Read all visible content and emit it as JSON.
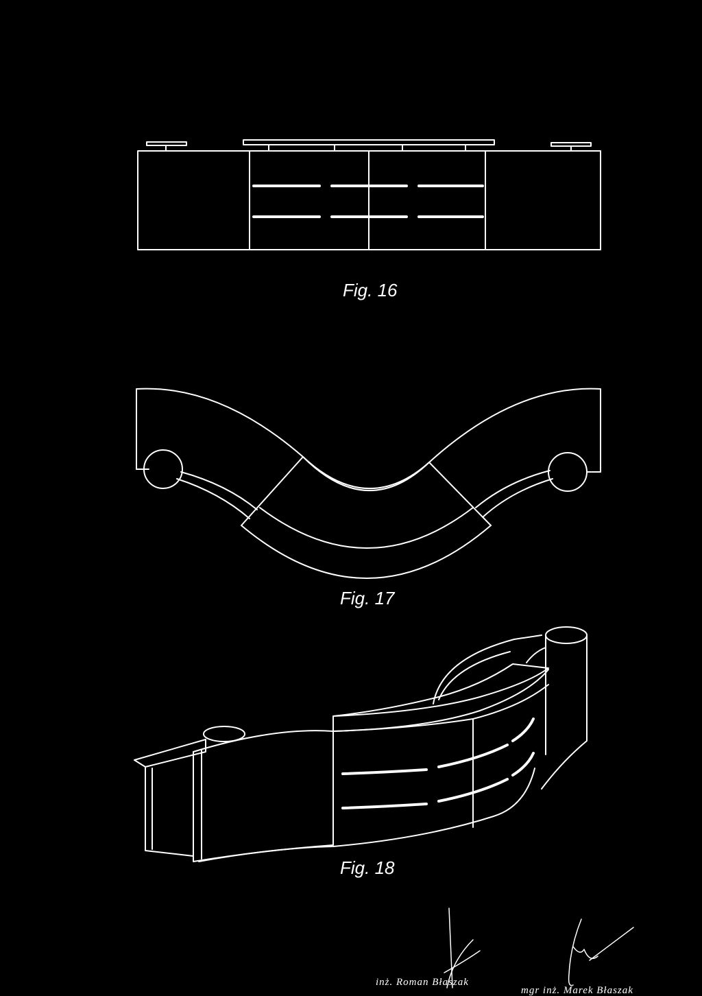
{
  "sheet": {
    "background": "#000000",
    "line_color": "#ffffff"
  },
  "figures": [
    {
      "id": "fig16",
      "caption": "Fig. 16",
      "view": "front elevation"
    },
    {
      "id": "fig17",
      "caption": "Fig. 17",
      "view": "top plan"
    },
    {
      "id": "fig18",
      "caption": "Fig. 18",
      "view": "perspective"
    }
  ],
  "signatures": [
    {
      "printed_name": "inż. Roman Błaszak"
    },
    {
      "printed_name": "mgr inż. Marek Błaszak"
    }
  ]
}
